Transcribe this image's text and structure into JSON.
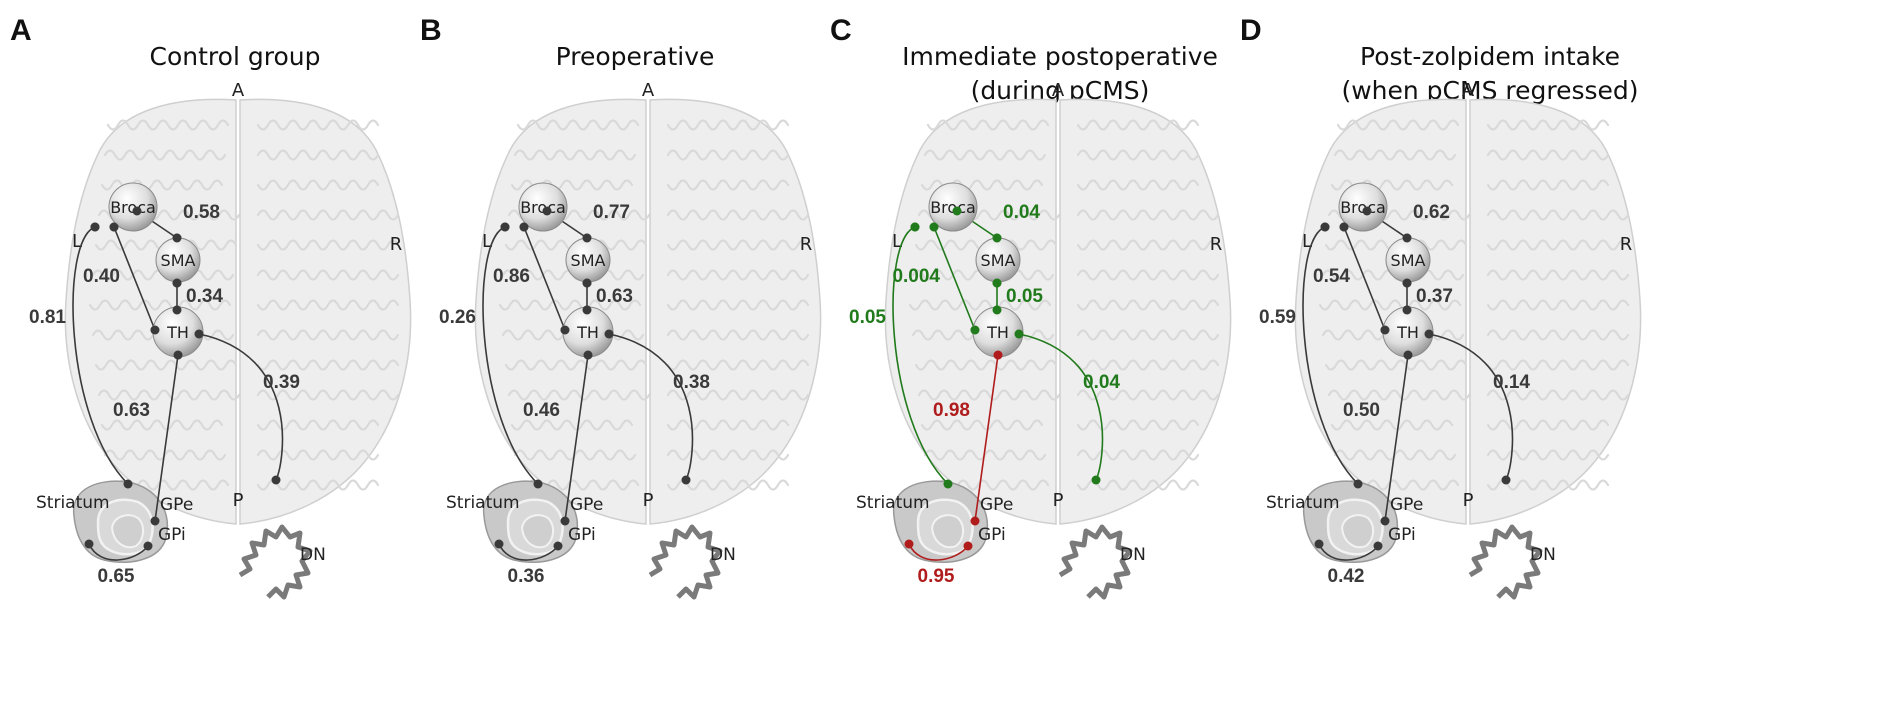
{
  "figure": {
    "colors": {
      "default": "#3a3a3a",
      "positive": "#217a1b",
      "negative": "#b01c1c",
      "brain_fill": "#eeeeee",
      "brain_stroke": "#cfcfcf"
    },
    "orientation": {
      "anterior": "A",
      "posterior": "P",
      "left": "L",
      "right": "R"
    },
    "node_labels": {
      "broca": "Broca",
      "sma": "SMA",
      "th": "TH",
      "striatum": "Striatum",
      "gpe": "GPe",
      "gpi": "GPi",
      "dn": "DN"
    },
    "panels": [
      {
        "letter": "A",
        "title_lines": [
          "Control group"
        ],
        "connections": {
          "broca_sma": {
            "value": "0.58",
            "color": "default"
          },
          "broca_th": {
            "value": "0.40",
            "color": "default"
          },
          "sma_th": {
            "value": "0.34",
            "color": "default"
          },
          "broca_striatum": {
            "value": "0.81",
            "color": "default"
          },
          "th_dn": {
            "value": "0.39",
            "color": "default"
          },
          "th_gpi": {
            "value": "0.63",
            "color": "default"
          },
          "striatum_gpi": {
            "value": "0.65",
            "color": "default"
          }
        }
      },
      {
        "letter": "B",
        "title_lines": [
          "Preoperative"
        ],
        "connections": {
          "broca_sma": {
            "value": "0.77",
            "color": "default"
          },
          "broca_th": {
            "value": "0.86",
            "color": "default"
          },
          "sma_th": {
            "value": "0.63",
            "color": "default"
          },
          "broca_striatum": {
            "value": "0.26",
            "color": "default"
          },
          "th_dn": {
            "value": "0.38",
            "color": "default"
          },
          "th_gpi": {
            "value": "0.46",
            "color": "default"
          },
          "striatum_gpi": {
            "value": "0.36",
            "color": "default"
          }
        }
      },
      {
        "letter": "C",
        "title_lines": [
          "Immediate postoperative",
          "(during pCMS)"
        ],
        "connections": {
          "broca_sma": {
            "value": "0.04",
            "color": "positive"
          },
          "broca_th": {
            "value": "0.004",
            "color": "positive"
          },
          "sma_th": {
            "value": "0.05",
            "color": "positive"
          },
          "broca_striatum": {
            "value": "0.05",
            "color": "positive"
          },
          "th_dn": {
            "value": "0.04",
            "color": "positive"
          },
          "th_gpi": {
            "value": "0.98",
            "color": "negative"
          },
          "striatum_gpi": {
            "value": "0.95",
            "color": "negative"
          }
        }
      },
      {
        "letter": "D",
        "title_lines": [
          "Post-zolpidem intake",
          "(when pCMS regressed)"
        ],
        "connections": {
          "broca_sma": {
            "value": "0.62",
            "color": "default"
          },
          "broca_th": {
            "value": "0.54",
            "color": "default"
          },
          "sma_th": {
            "value": "0.37",
            "color": "default"
          },
          "broca_striatum": {
            "value": "0.59",
            "color": "default"
          },
          "th_dn": {
            "value": "0.14",
            "color": "default"
          },
          "th_gpi": {
            "value": "0.50",
            "color": "default"
          },
          "striatum_gpi": {
            "value": "0.42",
            "color": "default"
          }
        }
      }
    ]
  }
}
